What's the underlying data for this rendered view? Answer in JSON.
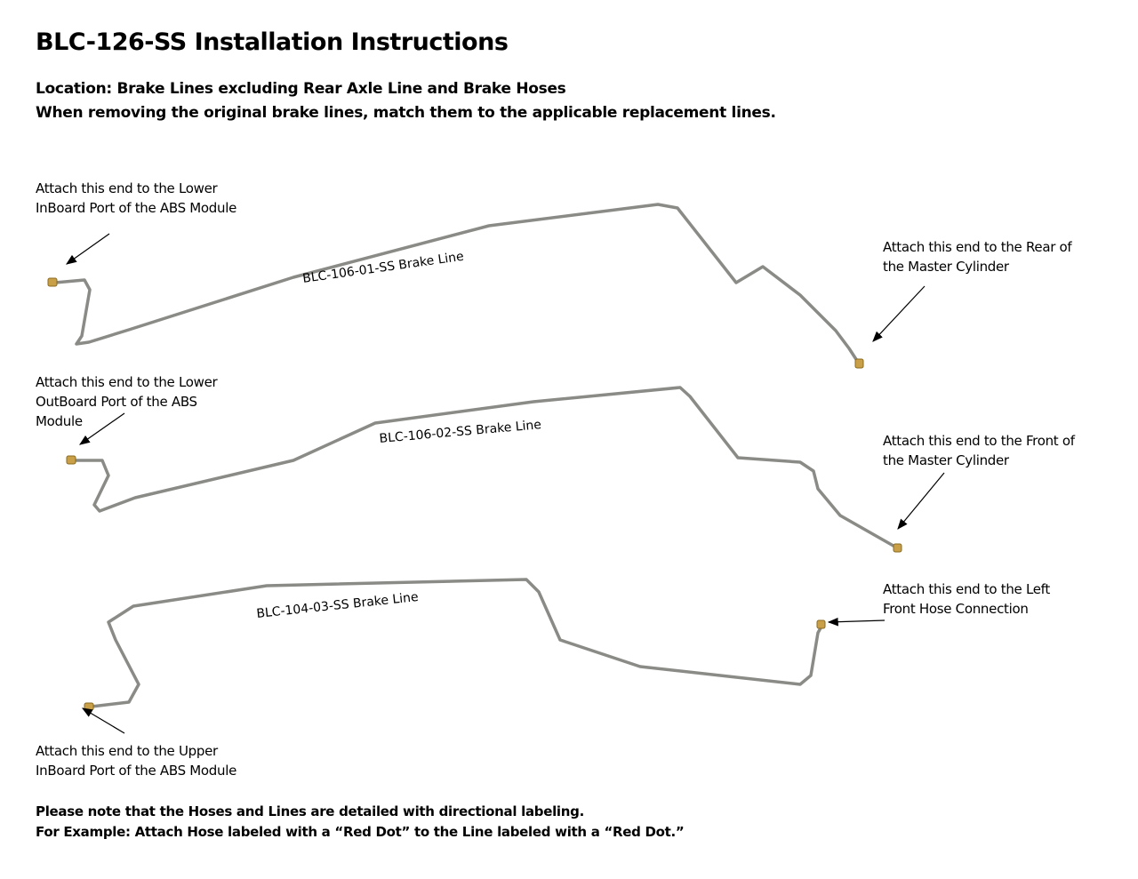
{
  "title": "BLC-126-SS Installation Instructions",
  "location": "Location: Brake Lines excluding Rear Axle Line and Brake Hoses",
  "instruction": "When removing the original brake lines, match them to the applicable replacement lines.",
  "lines": [
    {
      "label": "BLC-106-01-SS Brake Line",
      "left_note": [
        "Attach this end to the Lower",
        "InBoard Port of the ABS Module"
      ],
      "right_note": [
        "Attach this end to the Rear of",
        "the Master Cylinder"
      ]
    },
    {
      "label": "BLC-106-02-SS Brake Line",
      "left_note": [
        "Attach this end to the Lower",
        "OutBoard Port of the ABS",
        "Module"
      ],
      "right_note": [
        "Attach this end to the Front of",
        "the Master Cylinder"
      ]
    },
    {
      "label": "BLC-104-03-SS Brake Line",
      "left_note": [
        "Attach this end to the Upper",
        "InBoard Port of the ABS Module"
      ],
      "right_note": [
        "Attach this end to the Left",
        "Front Hose Connection"
      ]
    }
  ],
  "footer": [
    "Please note that the Hoses and Lines are detailed with directional labeling.",
    "For Example: Attach Hose labeled with a “Red Dot” to the Line labeled with a “Red Dot.”"
  ],
  "colors": {
    "tube": "#8a8a86",
    "fitting": "#c9a048"
  }
}
